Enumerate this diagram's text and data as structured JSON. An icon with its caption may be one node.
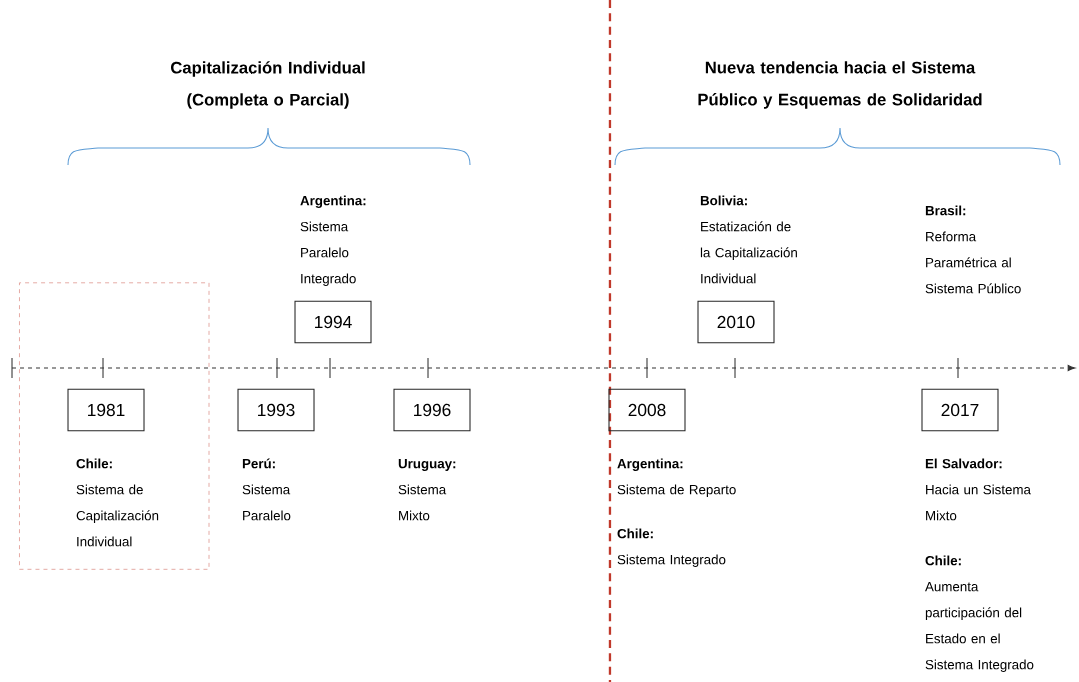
{
  "diagram": {
    "nodes": [
      {
        "text": [],
        "shape": "box"
      },
      {
        "text": [
          "1981"
        ],
        "in": 0,
        "beside": [
          "Chile:",
          "Sistema de Capitalización Individual"
        ]
      },
      {
        "text": [
          "1993"
        ],
        "beside": [
          "Perú:",
          "Sistema Paralelo"
        ]
      },
      {
        "text": [
          "1994"
        ],
        "beside": [
          "Argentina:",
          "Sistema Paralelo Integrado"
        ]
      },
      {
        "text": [
          "1996"
        ],
        "beside": [
          "Uruguay:",
          "Sistema Mixto"
        ]
      },
      {
        "text": [
          "2008"
        ],
        "beside": [
          "Argentina:",
          "Sistema de Reparto",
          "Chile:",
          "Sistema Integrado"
        ]
      },
      {
        "text": [
          "2010"
        ],
        "beside": [
          "Bolivia:",
          "Estatización de la Capitalización Individual"
        ]
      },
      {
        "text": [
          "2017"
        ],
        "beside": [
          "Brasil:",
          "Reforma Paramétrica al Sistema Público",
          "El Salvador:",
          "Hacia un Sistema Mixto",
          "Chile:",
          "Aumenta participación del Estado en el Sistema Integrado"
        ]
      }
    ],
    "labels": [
      "Capitalización Individual (Completa o Parcial)",
      "Nueva tendencia hacia el Sistema Público y Esquemas de Solidaridad"
    ]
  }
}
